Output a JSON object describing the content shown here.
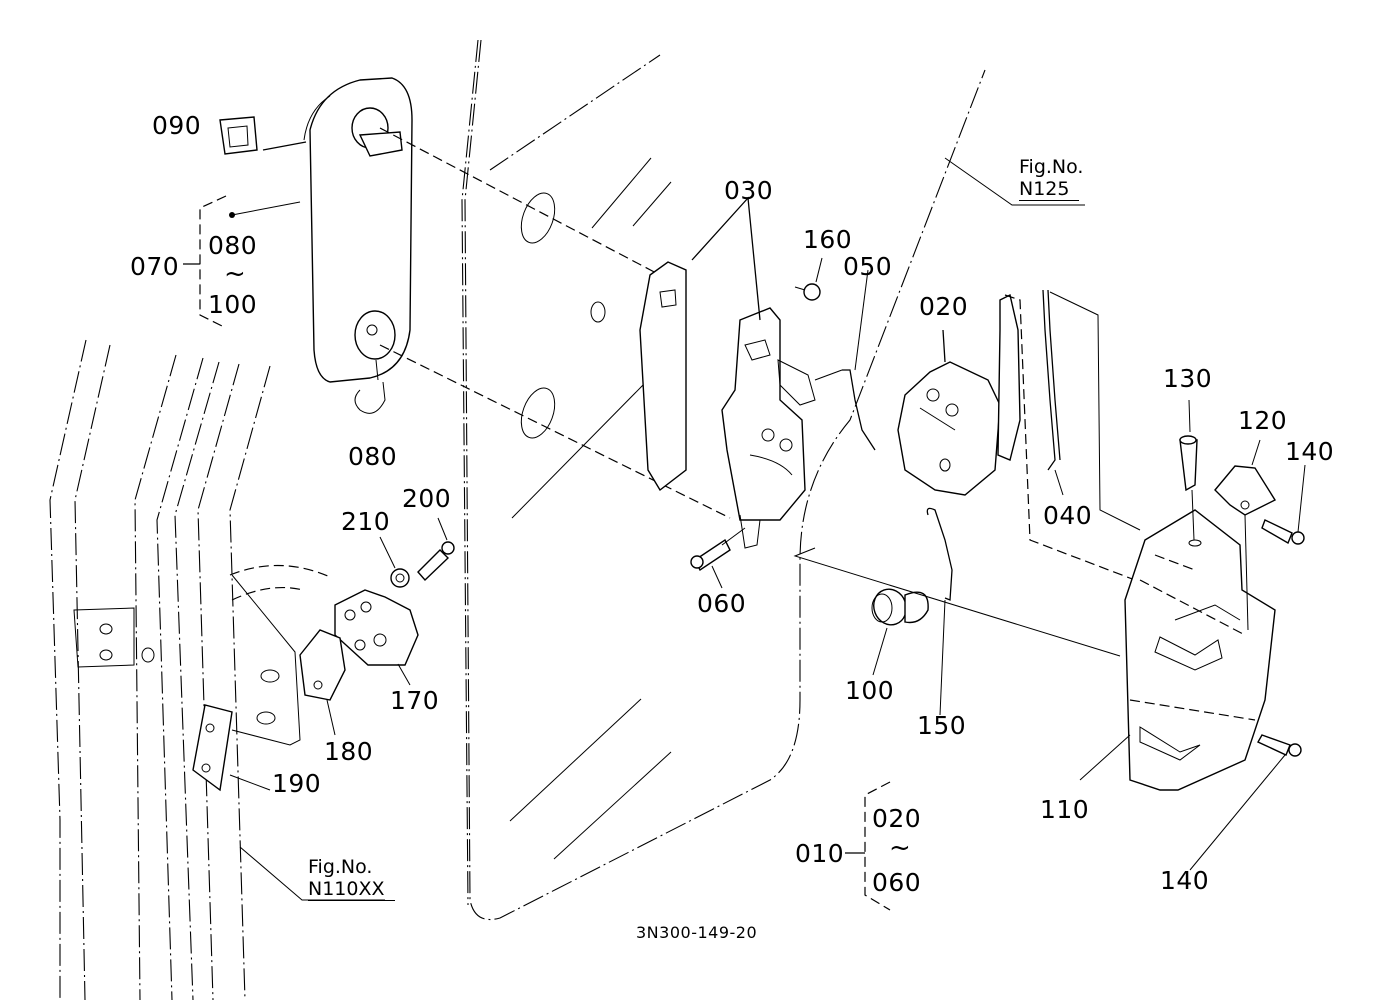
{
  "drawing_code": "3N300-149-20",
  "figure_references": [
    {
      "line1": "Fig.No.",
      "line2": "N125"
    },
    {
      "line1": "Fig.No.",
      "line2": "N110XX"
    }
  ],
  "assemblies": [
    {
      "id": "070",
      "range_start": "080",
      "range_sep": "~",
      "range_end": "100"
    },
    {
      "id": "010",
      "range_start": "020",
      "range_sep": "~",
      "range_end": "060"
    }
  ],
  "part_labels": {
    "p090": "090",
    "p080_bracket": "080",
    "p080": "080",
    "p030": "030",
    "p160": "160",
    "p050": "050",
    "p020": "020",
    "p040": "040",
    "p130": "130",
    "p120": "120",
    "p140_top": "140",
    "p140_bottom": "140",
    "p110": "110",
    "p060": "060",
    "p100": "100",
    "p150": "150",
    "p210": "210",
    "p200": "200",
    "p170": "170",
    "p180": "180",
    "p190": "190"
  }
}
